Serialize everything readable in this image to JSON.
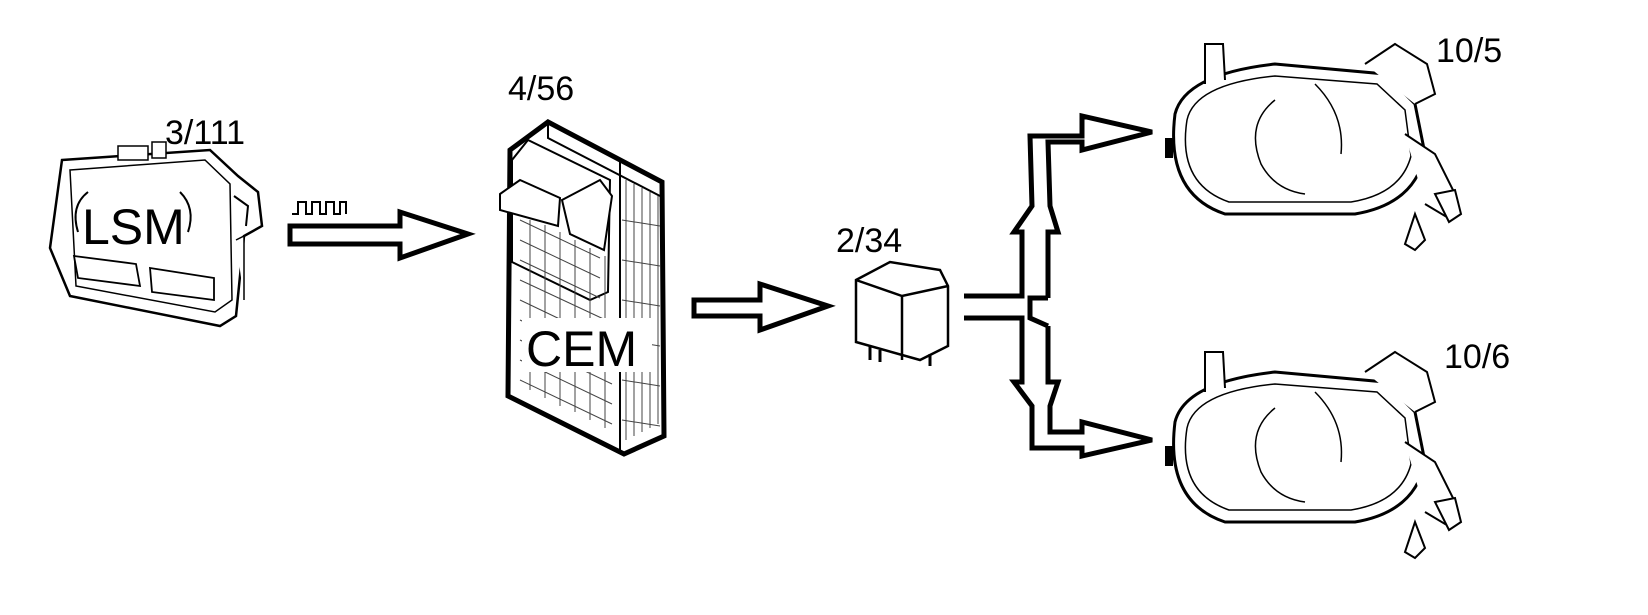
{
  "components": {
    "light_switch": {
      "ref": "3/111",
      "name": "LSM"
    },
    "cem": {
      "ref": "4/56",
      "name": "CEM"
    },
    "relay": {
      "ref": "2/34"
    },
    "fog_light_top": {
      "ref": "10/5"
    },
    "fog_light_bottom": {
      "ref": "10/6"
    }
  },
  "signal": {
    "icon": "square-wave-icon"
  },
  "colors": {
    "line": "#000000",
    "background": "#ffffff",
    "fill": "#ffffff"
  }
}
